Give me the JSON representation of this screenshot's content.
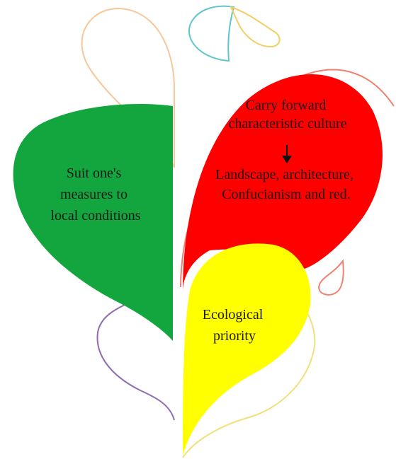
{
  "diagram": {
    "petals": {
      "green": {
        "lines": [
          "Suit one's",
          "measures to",
          "local conditions"
        ],
        "color": "#13a63f"
      },
      "red": {
        "top_lines": [
          "Carry forward",
          "characteristic culture"
        ],
        "bottom_lines": [
          "Landscape, architecture,",
          "Confucianism and red."
        ],
        "color": "#ff0000"
      },
      "yellow": {
        "lines": [
          "Ecological",
          "priority"
        ],
        "color": "#ffff00"
      }
    },
    "outline_colors": {
      "peach": "#f7c79a",
      "teal": "#62c4cf",
      "gold": "#f1cf63",
      "salmon": "#f0816f",
      "purple": "#8e6db0",
      "yellow_outline": "#f2df7b"
    }
  }
}
